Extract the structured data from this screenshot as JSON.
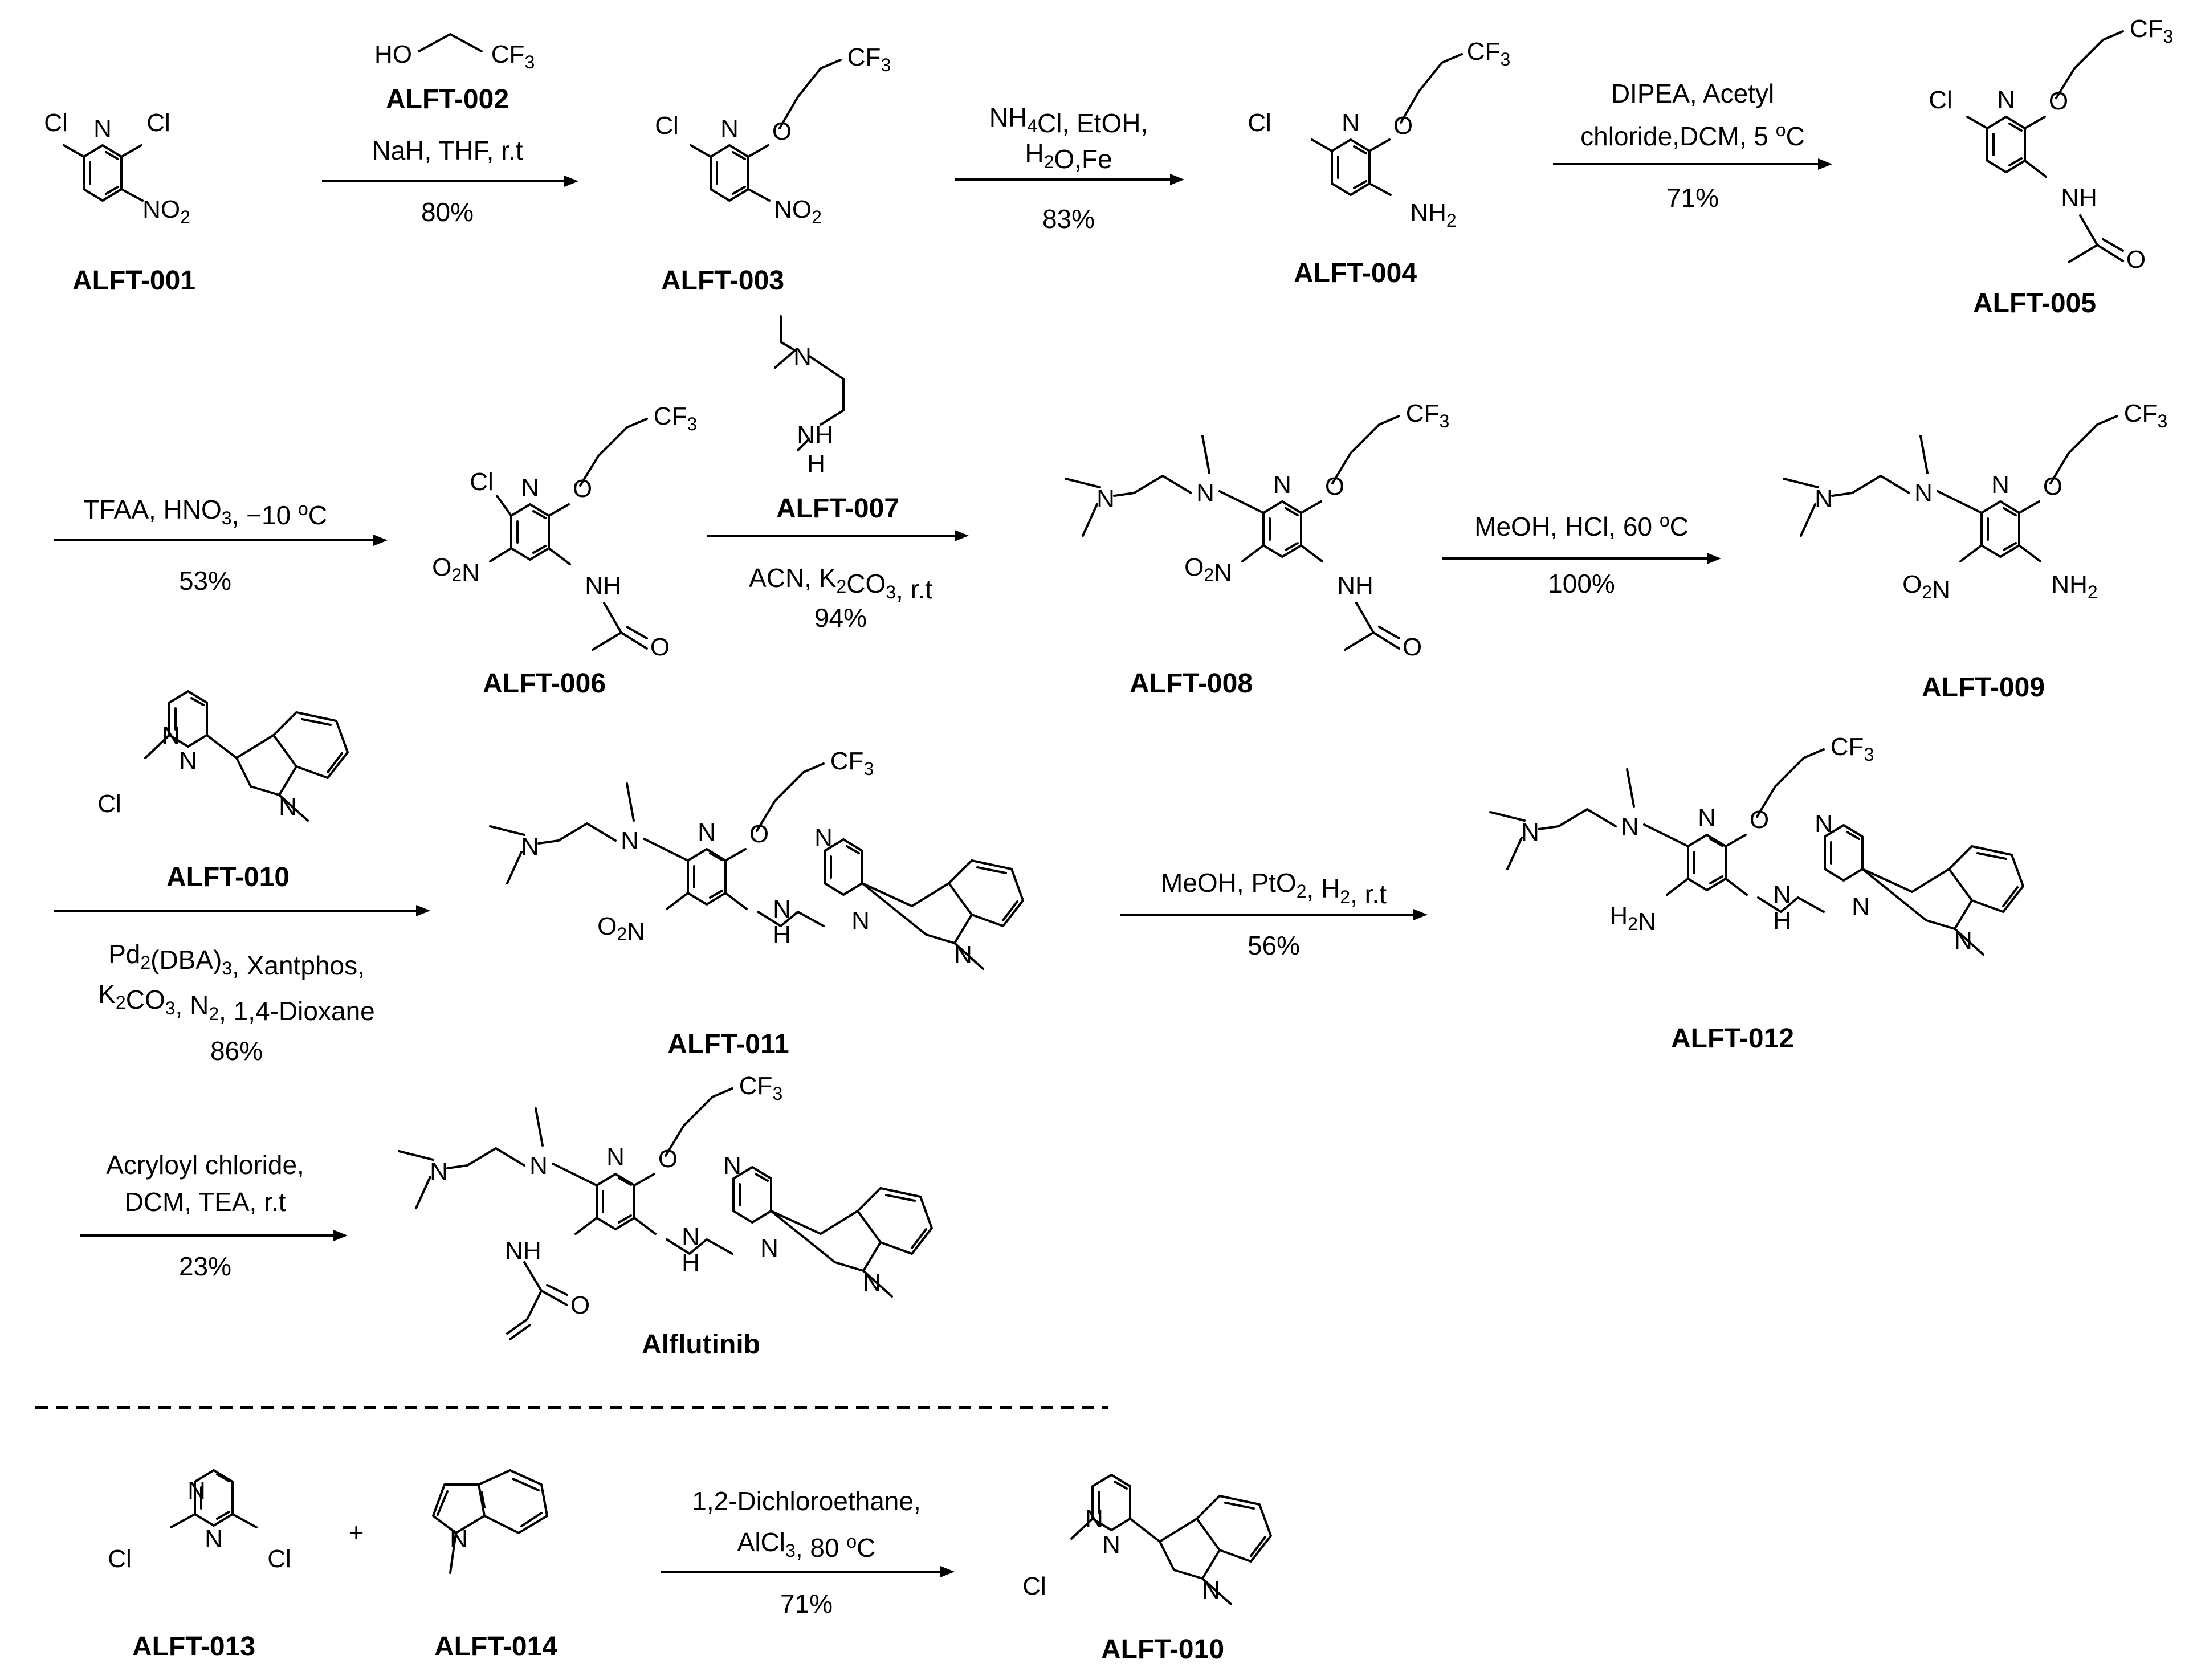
{
  "compounds": {
    "alft001": "ALFT-001",
    "alft002": "ALFT-002",
    "alft003": "ALFT-003",
    "alft004": "ALFT-004",
    "alft005": "ALFT-005",
    "alft006": "ALFT-006",
    "alft007": "ALFT-007",
    "alft008": "ALFT-008",
    "alft009": "ALFT-009",
    "alft010": "ALFT-010",
    "alft011": "ALFT-011",
    "alft012": "ALFT-012",
    "alflutinib": "Alflutinib",
    "alft013": "ALFT-013",
    "alft014": "ALFT-014",
    "alft010b": "ALFT-010"
  },
  "steps": {
    "s1_cond": "NaH, THF, r.t",
    "s1_yield": "80%",
    "s2_line1": "NH4Cl, EtOH,",
    "s2_line2": "H2O,Fe",
    "s2_yield": "83%",
    "s3_line1": "DIPEA, Acetyl",
    "s3_line2": "chloride,DCM, 5 oC",
    "s3_yield": "71%",
    "s4_cond": "TFAA, HNO3, −10 oC",
    "s4_yield": "53%",
    "s5_cond": "ACN, K2CO3, r.t",
    "s5_yield": "94%",
    "s6_cond": "MeOH, HCl, 60 oC",
    "s6_yield": "100%",
    "s7_line1": "Pd2(DBA)3, Xantphos,",
    "s7_line2": "K2CO3, N2, 1,4-Dioxane",
    "s7_yield": "86%",
    "s8_cond": "MeOH, PtO2, H2, r.t",
    "s8_yield": "56%",
    "s9_line1": "Acryloyl chloride,",
    "s9_line2": "DCM, TEA, r.t",
    "s9_yield": "23%",
    "s10_line1": "1,2-Dichloroethane,",
    "s10_line2": "AlCl3, 80 oC",
    "s10_yield": "71%",
    "plus": "+"
  },
  "atoms": {
    "Cl": "Cl",
    "N": "N",
    "O": "O",
    "NH": "NH",
    "NH2": "NH2",
    "H2N": "H2N",
    "NO2": "NO2",
    "O2N": "O2N",
    "CF3": "CF3",
    "HO": "HO",
    "H": "H"
  }
}
